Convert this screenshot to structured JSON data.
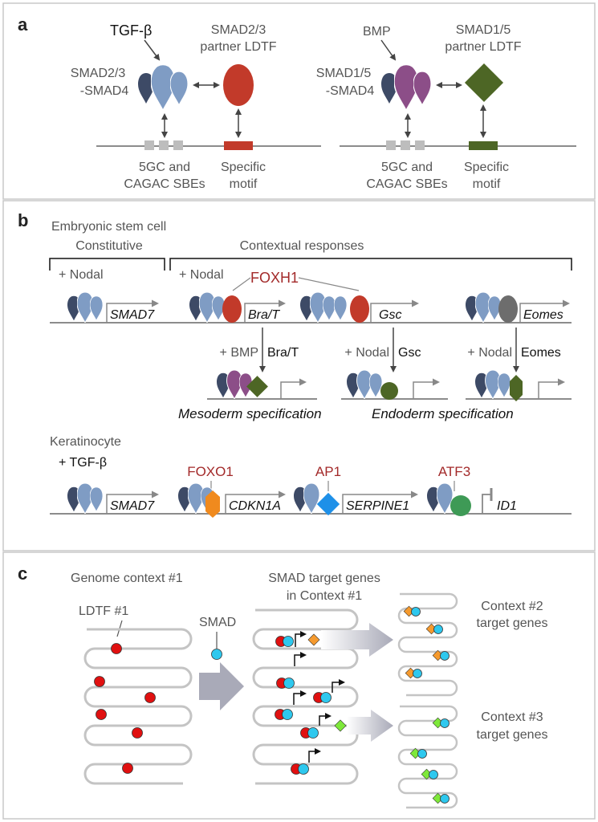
{
  "panels": {
    "a": {
      "letter": "a",
      "left": {
        "ligand": "TGF-β",
        "complex": [
          "SMAD2/3",
          "-SMAD4"
        ],
        "partner": [
          "SMAD2/3",
          "partner LDTF"
        ],
        "sbe": [
          "5GC and",
          "CAGAC SBEs"
        ],
        "motif": [
          "Specific",
          "motif"
        ]
      },
      "right": {
        "ligand": "BMP",
        "complex": [
          "SMAD1/5",
          "-SMAD4"
        ],
        "partner": [
          "SMAD1/5",
          "partner LDTF"
        ],
        "sbe": [
          "5GC and",
          "CAGAC SBEs"
        ],
        "motif": [
          "Specific",
          "motif"
        ]
      }
    },
    "b": {
      "letter": "b",
      "cell1": "Embryonic stem cell",
      "constitutive": "Constitutive",
      "contextual": "Contextual responses",
      "nodal1": "+ Nodal",
      "nodal2": "+ Nodal",
      "foxh1": "FOXH1",
      "genes1": [
        "SMAD7",
        "Bra/T",
        "Gsc",
        "Eomes"
      ],
      "arrows": [
        {
          "left": "+ BMP",
          "right": "Bra/T"
        },
        {
          "left": "+ Nodal",
          "right": "Gsc"
        },
        {
          "left": "+ Nodal",
          "right": "Eomes"
        }
      ],
      "mesoderm": "Mesoderm specification",
      "endoderm": "Endoderm specification",
      "cell2": "Keratinocyte",
      "tgfb": "+ TGF-β",
      "tf2": [
        "FOXO1",
        "AP1",
        "ATF3"
      ],
      "genes2": [
        "SMAD7",
        "CDKN1A",
        "SERPINE1",
        "ID1"
      ]
    },
    "c": {
      "letter": "c",
      "genome": "Genome context #1",
      "ldtf": "LDTF #1",
      "smad": "SMAD",
      "targets": [
        "SMAD target genes",
        "in Context #1"
      ],
      "context2": [
        "Context #2",
        "target genes"
      ],
      "context3": [
        "Context #3",
        "target genes"
      ]
    }
  },
  "colors": {
    "smad4": "#3d4a66",
    "smad23": "#7f9cc4",
    "smad15": "#8c4e88",
    "ldtf_red": "#c23a2a",
    "ldtf_green": "#4d6625",
    "eomes_grey": "#6d6d6d",
    "foxo1": "#f08a1e",
    "ap1": "#1e90e8",
    "atf3": "#3e9a56",
    "dna": "#8c8c8c",
    "dot_red": "#e01010",
    "dot_cyan": "#2ec8ee",
    "diamond_orange": "#f59a2e",
    "diamond_green": "#7ee83a"
  }
}
